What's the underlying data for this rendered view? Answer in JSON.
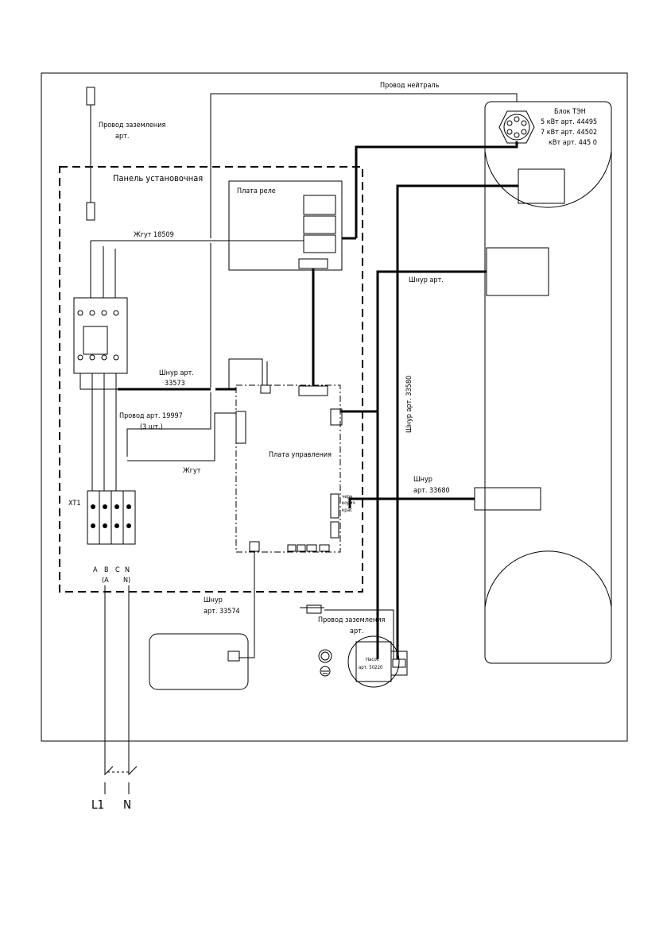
{
  "labels": {
    "neutral_wire": "Провод нейтраль",
    "ground_wire_top": "Провод заземления",
    "ground_wire_top_art": "арт.",
    "mounting_panel": "Панель установочная",
    "relay_board": "Плата реле",
    "harness_18509": "Жгут  18509",
    "cord_right": "Шнур арт.",
    "cord_33573_a": "Шнур арт.",
    "cord_33573_b": "33573",
    "wire_19997_a": "Провод арт. 19997",
    "wire_19997_b": "(3 шт.)",
    "control_board": "Плата управления",
    "harness": "Жгут",
    "xt1": "XT1",
    "cord_33580": "Шнур арт. 33580",
    "cord_33680_a": "Шнур",
    "cord_33680_b": "арт. 33680",
    "wire_black": "черн",
    "wire_brown": "корич",
    "wire_red": "крас",
    "terminals_a": "A",
    "terminals_b": "B",
    "terminals_c": "C",
    "terminals_n": "N",
    "terminals_paren_a": "(A",
    "terminals_paren_n": "N)",
    "cord_33574_a": "Шнур",
    "cord_33574_b": "арт. 33574",
    "ground_wire_bottom": "Провод заземления",
    "ground_wire_bottom_art": "арт.",
    "pump_a": "Насос",
    "pump_b": "арт. 50220",
    "heater_block": "Блок ТЭН",
    "heater_5kw": "5 кВт арт. 44495",
    "heater_7kw": "7 кВт арт. 44502",
    "heater_other": "кВт арт. 445 0",
    "supply_l1": "L1",
    "supply_n": "N"
  }
}
